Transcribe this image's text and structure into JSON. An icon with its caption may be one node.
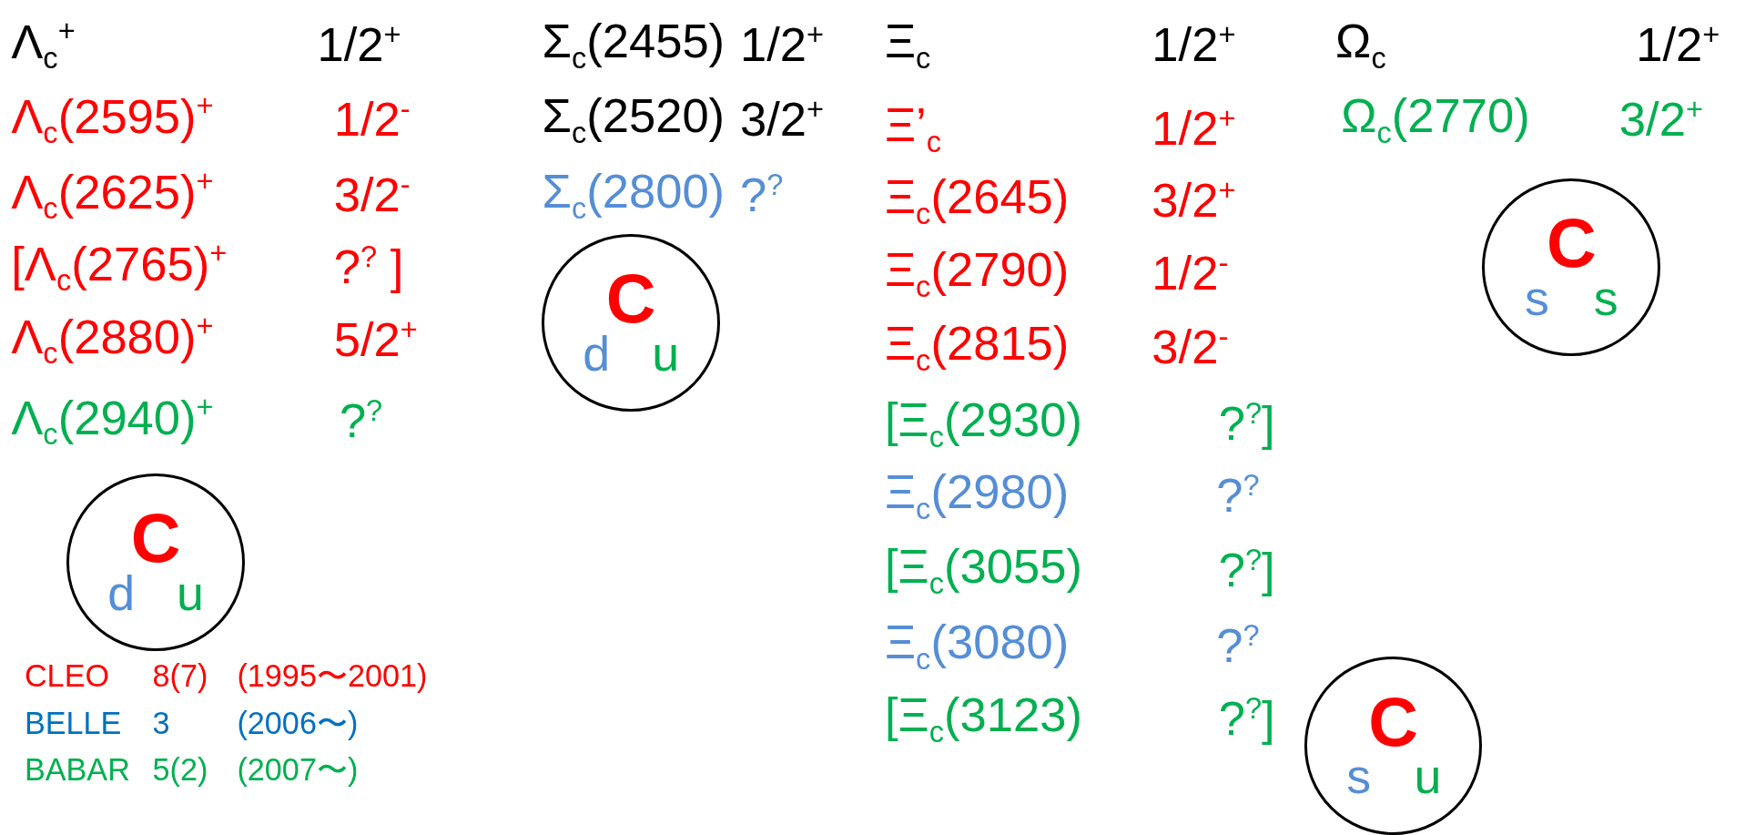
{
  "diagram": {
    "nodes": [
      {
        "text": [
          "C",
          "s",
          "s"
        ]
      },
      {
        "text": [
          "C",
          "d",
          "u"
        ]
      },
      {
        "text": [
          "C",
          "d",
          "u"
        ]
      },
      {
        "text": [
          "C",
          "s",
          "u"
        ]
      }
    ],
    "labels": [
      "Λ$_{c}$$^{+}$",
      "1/2$^{+}$",
      "Λ$_{c}$(2595)$^{+}$",
      "1/2$^{-}$",
      "Λ$_{c}$(2625)$^{+}$",
      "3/2$^{-}$",
      "[Λ$_{c}$(2765)$^{+}$",
      "?$^{?}$ ]",
      "Λ$_{c}$(2880)$^{+}$",
      "5/2$^{+}$",
      "Λ$_{c}$(2940)$^{+}$",
      "?$^{?}$",
      "Σ$_{c}$(2455)",
      "1/2$^{+}$",
      "Σ$_{c}$(2520)",
      "3/2$^{+}$",
      "Σ$_{c}$(2800)",
      "?$^{?}$",
      "Ξ$_{c}$",
      "1/2$^{+}$",
      "Ξ’$_{c}$",
      "1/2$^{+}$",
      "Ξ$_{c}$(2645)",
      "3/2$^{+}$",
      "Ξ$_{c}$(2790)",
      "1/2$^{-}$",
      "Ξ$_{c}$(2815)",
      "3/2$^{-}$",
      "[Ξ$_{c}$(2930)",
      "?$^{?}$]",
      "Ξ$_{c}$(2980)",
      "?$^{?}$",
      "[Ξ$_{c}$(3055)",
      "?$^{?}$]",
      "Ξ$_{c}$(3080)",
      "?$^{?}$",
      "[Ξ$_{c}$(3123)",
      "?$^{?}$]",
      "Ω$_{c}$",
      "1/2$^{+}$",
      "Ω$_{c}$(2770)",
      "3/2$^{+}$",
      "CLEO",
      "8(7)",
      "(1995〜2001)",
      "BELLE",
      "3",
      "(2006〜)",
      "BABAR",
      "5(2)",
      "(2007〜)"
    ]
  }
}
